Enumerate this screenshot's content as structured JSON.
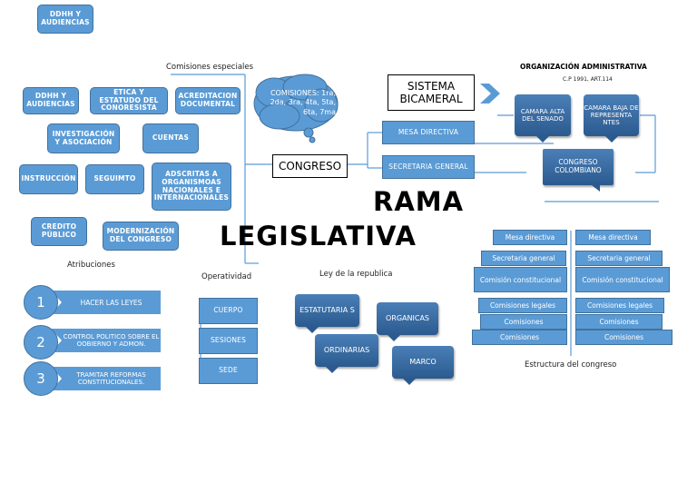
{
  "title": {
    "line1": "RAMA",
    "line2": "LEGISLATIVA"
  },
  "top_box": "DDHH Y AUDIENCIAS",
  "comisiones_especiales": {
    "heading": "Comisiones especiales",
    "items": [
      "DDHH Y AUDIENCIAS",
      "ETICA Y ESTATUDO DEL CONORESISTA",
      "ACREDITACION DOCUMENTAL",
      "INVESTIGACIÓN Y ASOCIACIÓN",
      "CUENTAS",
      "INSTRUCCIÓN",
      "SEGUIMTO",
      "ADSCRITAS A ORGANISMOAS NACIONALES E INTERNACIONALES",
      "CREDITO PÚBLICO",
      "MODERNIZACIÓN DEL CONGRESO"
    ]
  },
  "cloud": "COMISIONES: 1ra, 2da, 3ra, 4ta, 5ta, 6ta, 7ma",
  "congreso": "CONGRESO",
  "sistema": "SISTEMA BICAMERAL",
  "mesa_directiva": "MESA DIRECTIVA",
  "secretaria_general": "SECRETARIA GENERAL",
  "organizacion": {
    "heading": "ORGANIZACIÓN ADMINISTRATIVA",
    "sub": "C.P 1991, ART.114"
  },
  "camara_alta": "CAMARA ALTA DEL SENADO",
  "camara_baja": "CAMARA BAJA DE REPRESENTA NTES",
  "congreso_colombiano": "CONGRESO COLOMBIANO",
  "atribuciones": {
    "heading": "Atribuciones",
    "items": [
      {
        "num": "1",
        "text": "HACER LAS LEYES"
      },
      {
        "num": "2",
        "text": "CONTROL POLITICO SOBRE EL OOBIERNO Y ADMON."
      },
      {
        "num": "3",
        "text": "TRAMITAR REFORMAS CONSTITUCIONALES."
      }
    ]
  },
  "operatividad": {
    "heading": "Operatividad",
    "items": [
      "CUERPO",
      "SESIONES",
      "SEDE"
    ]
  },
  "ley": {
    "heading": "Ley de la republica",
    "items": [
      "ESTATUTARIA S",
      "ORGANICAS",
      "ORDINARIAS",
      "MARCO"
    ]
  },
  "estructura": {
    "heading": "Estructura del congreso",
    "left": [
      "Mesa directiva",
      "Secretaria general",
      "Comisión constitucional",
      "Comisiones legales",
      "Comisiones",
      "Comisiones"
    ],
    "right": [
      "Mesa directiva",
      "Secretaria general",
      "Comisión constitucional",
      "Comisiones legales",
      "Comisiones",
      "Comisiones"
    ]
  }
}
